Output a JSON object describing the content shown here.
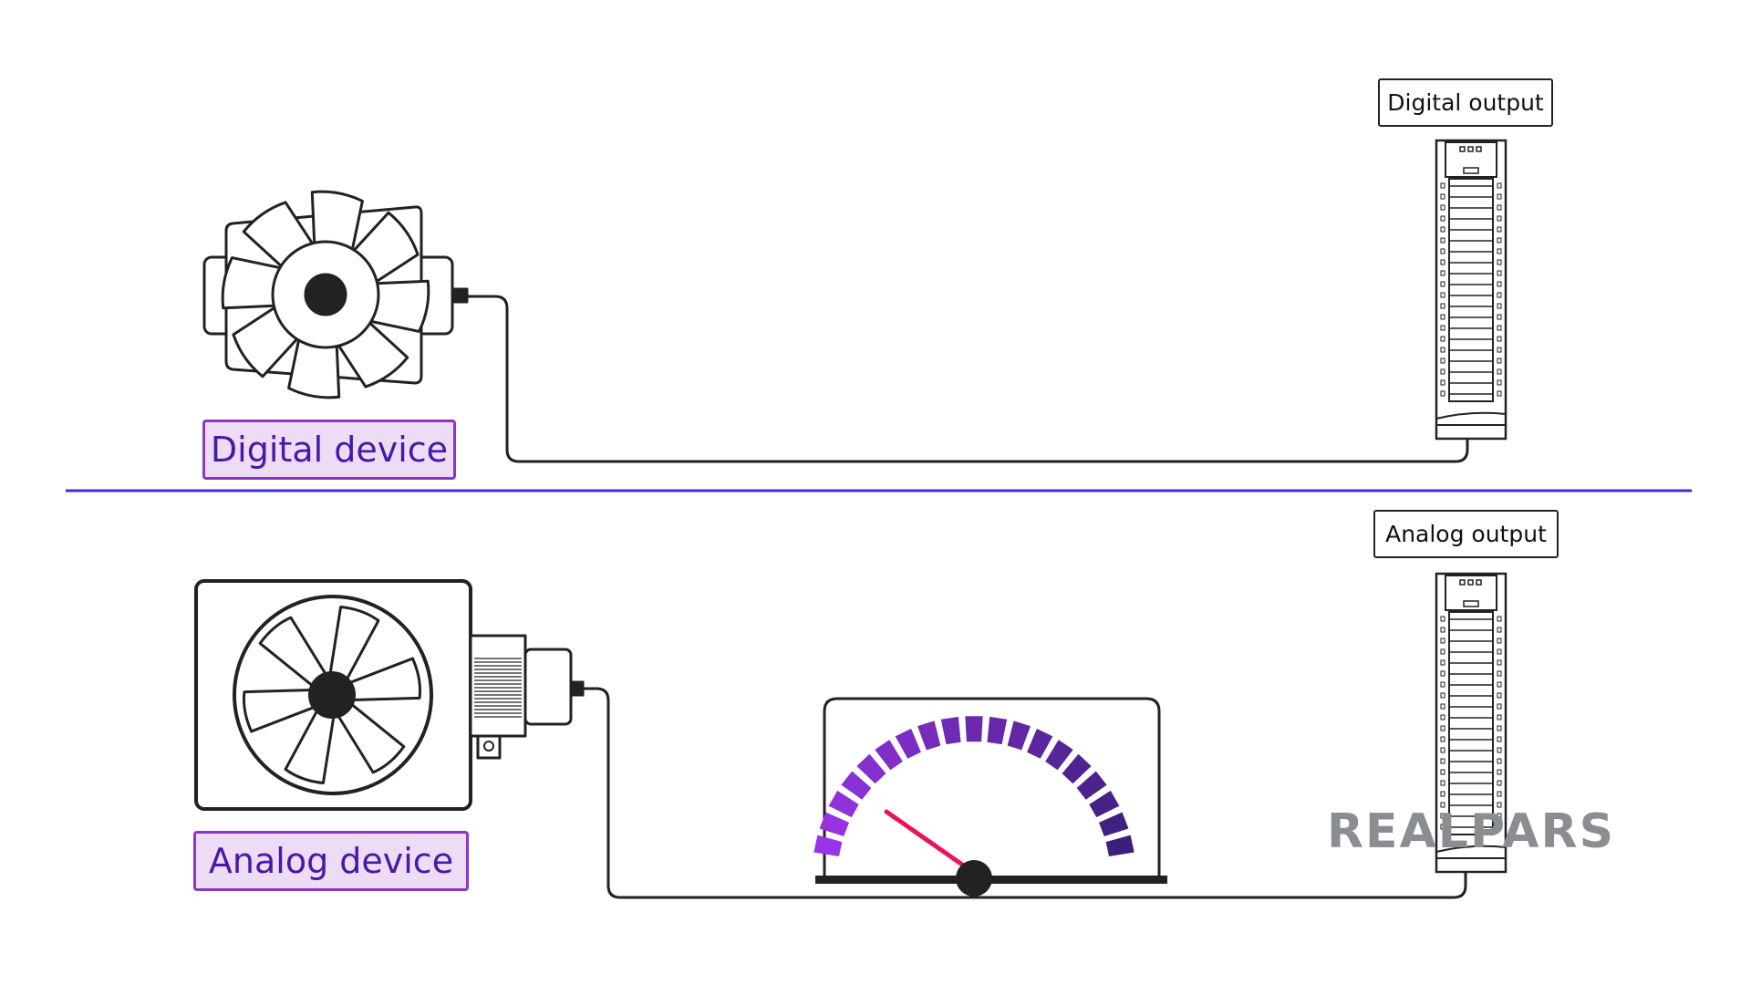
{
  "labels": {
    "digital_output": "Digital output",
    "analog_output": "Analog output",
    "digital_device": "Digital device",
    "analog_device": "Analog device"
  },
  "logo": "REALPARS",
  "colors": {
    "divider": "#3a2fd6",
    "device_fill": "#ecdcf5",
    "device_border": "#8a36c9",
    "device_text": "#4a17a8",
    "needle": "#e8145a",
    "gauge_start": "#9b33e6",
    "gauge_end": "#3c1f7a"
  },
  "gauge": {
    "segments": 19
  }
}
